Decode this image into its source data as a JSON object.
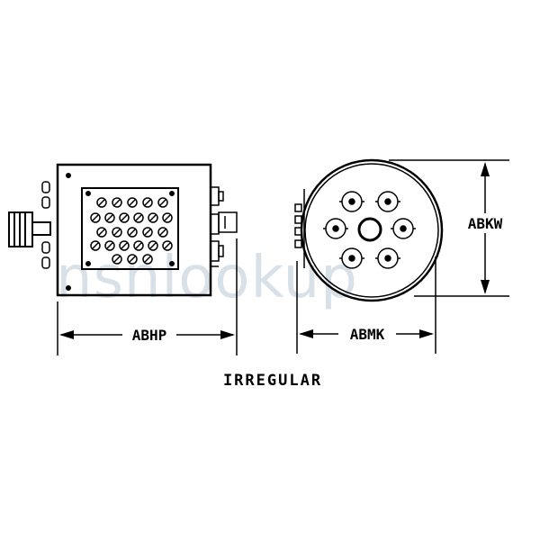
{
  "diagram": {
    "dimension_labels": {
      "width_side": "ABHP",
      "diameter_front": "ABMK",
      "height_front": "ABKW"
    },
    "caption": "IRREGULAR",
    "watermark": "nsnlookup",
    "colors": {
      "ink": "#000000",
      "watermark": "#b9c7d6",
      "background": "#ffffff"
    }
  }
}
